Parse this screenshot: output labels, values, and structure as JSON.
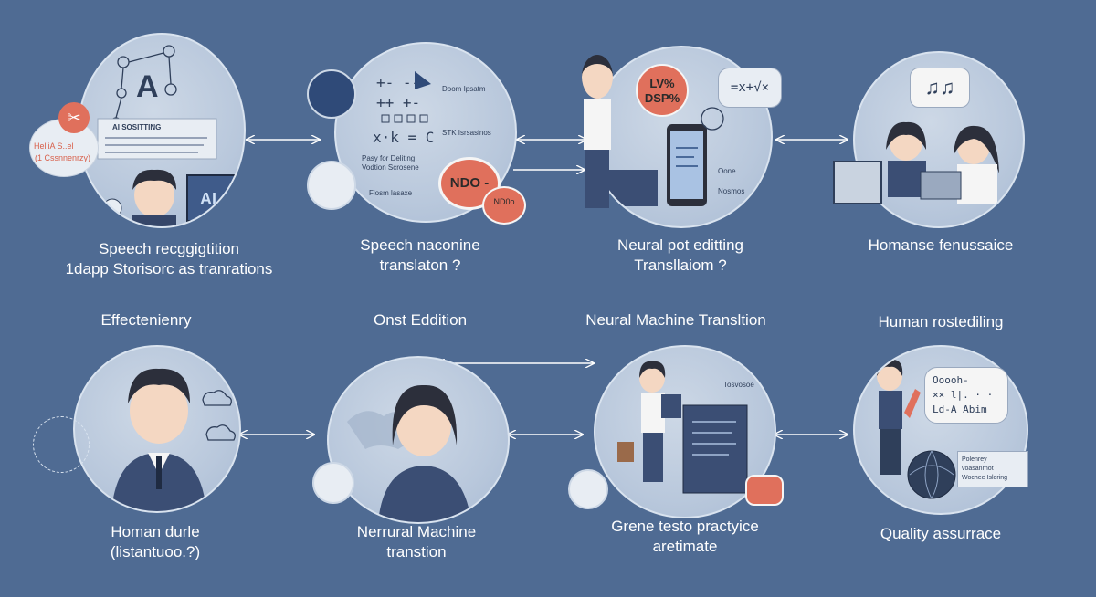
{
  "labels": {
    "n1": [
      "Speech recggigtition",
      "1dapp Storisorc as tranrations"
    ],
    "n2": [
      "Speech naconine",
      "translaton ?"
    ],
    "n3": [
      "Neural pot editting",
      "Transllaiom ?"
    ],
    "n4": [
      "Homanse fenussaice"
    ],
    "h5": "Effectenienry",
    "h6": "Onst Eddition",
    "h7": "Neural Machine Transltion",
    "h8": "Human rostediling",
    "n5": [
      "Homan durle",
      "(listantuoo.?)"
    ],
    "n6": [
      "Nerrural Machine",
      "transtion"
    ],
    "n7": [
      "Grene testo practyice",
      "aretimate"
    ],
    "n8": [
      "Quality assurrace"
    ]
  },
  "inner": {
    "n1_sign": "AI SOSITTING",
    "n1_side": [
      "HelliA S..el",
      "(1 Cssnnenrzy)"
    ],
    "n1_letter": "A",
    "n1_screen": "AI",
    "n2_lines": [
      "Doom Ipsatm",
      "STK Isrsasinos",
      "Pasy for Deliting",
      "Vodtion Scrosene",
      "Flosm lasaxe"
    ],
    "n2_formula": [
      "+- --",
      "++ +-",
      "x·k = C"
    ],
    "n2_pill": "NDO -",
    "n2_badge": "ND0o",
    "n3_sign": [
      "LV%",
      "DSP%"
    ],
    "n3_bubble": "=x+√×",
    "n3_side": [
      "Oone",
      "Nosmos"
    ],
    "n4_bubble": "♫♫",
    "n7_side": "Tosvosoe",
    "n8_bubble": [
      "Ooooh-",
      "×× l|. · ·",
      "Ld-A Abim"
    ],
    "n8_box": [
      "Polenrey",
      "voasanrnot",
      "Wochee Isloring"
    ]
  },
  "colors": {
    "background": "#4f6b93",
    "node_fill": "#bccadd",
    "accent_red": "#e0705c",
    "navy": "#3b4e74"
  }
}
